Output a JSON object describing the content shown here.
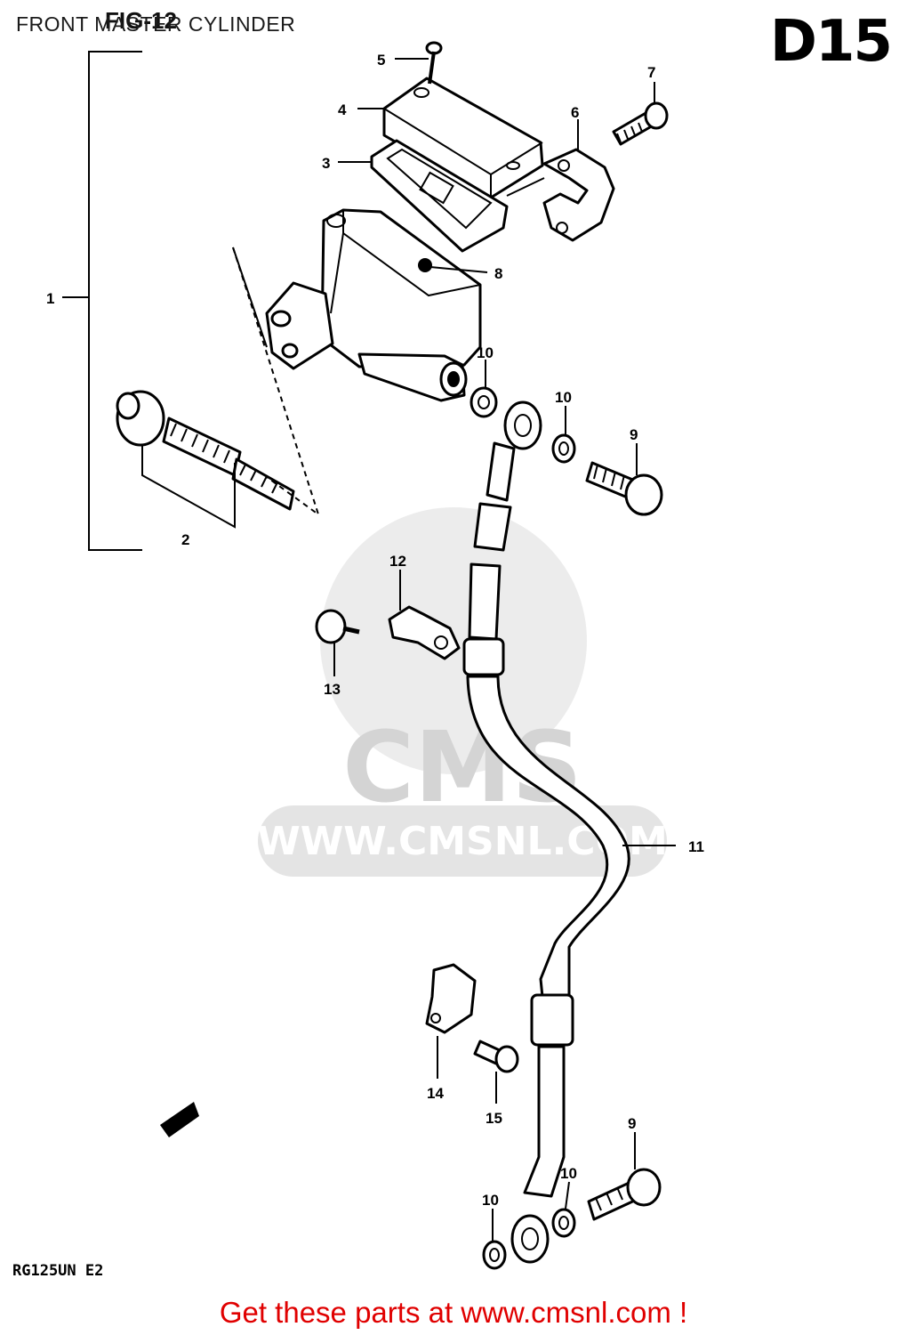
{
  "header": {
    "title": "FRONT MASTER CYLINDER",
    "fig_tag": "FIG-12",
    "code": "D15"
  },
  "watermark": {
    "brand": "CMS",
    "url": "WWW.CMSNL.COM"
  },
  "footer": {
    "model": "RG125UN E2",
    "cta": "Get these parts at www.cmsnl.com !"
  },
  "callouts": {
    "c1": "1",
    "c2": "2",
    "c3": "3",
    "c4": "4",
    "c5": "5",
    "c6": "6",
    "c7": "7",
    "c8": "8",
    "c9a": "9",
    "c9b": "9",
    "c10a": "10",
    "c10b": "10",
    "c10c": "10",
    "c10d": "10",
    "c11": "11",
    "c12": "12",
    "c13": "13",
    "c14": "14",
    "c15": "15"
  },
  "colors": {
    "cta": "#e00000",
    "watermark": "#d9d9d9",
    "ink": "#000000"
  }
}
